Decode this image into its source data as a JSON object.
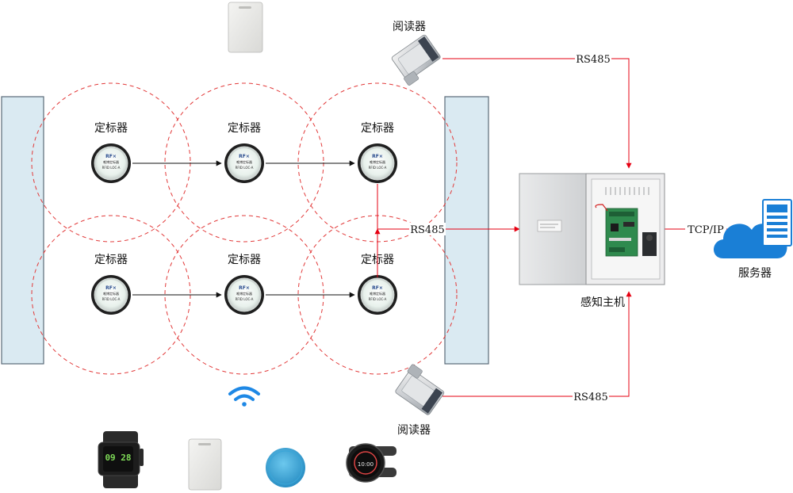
{
  "labels": {
    "reader_top": "阅读器",
    "reader_bottom": "阅读器",
    "host": "感知主机",
    "server": "服务器",
    "rs485_top": "RS485",
    "rs485_mid": "RS485",
    "rs485_bottom": "RS485",
    "tcpip": "TCP/IP"
  },
  "beacons": [
    {
      "label": "定标器",
      "brand": "RF×",
      "line1": "唯博定标器",
      "line2": "RFID LOC-A"
    },
    {
      "label": "定标器",
      "brand": "RF×",
      "line1": "唯博定标器",
      "line2": "RFID LOC-A"
    },
    {
      "label": "定标器",
      "brand": "RF×",
      "line1": "唯博定标器",
      "line2": "RFID LOC-A"
    },
    {
      "label": "定标器",
      "brand": "RF×",
      "line1": "唯博定标器",
      "line2": "RFID LOC-A"
    },
    {
      "label": "定标器",
      "brand": "RF×",
      "line1": "唯博定标器",
      "line2": "RFID LOC-A"
    },
    {
      "label": "定标器",
      "brand": "RF×",
      "line1": "唯博定标器",
      "line2": "RFID LOC-A"
    }
  ],
  "watch_square": {
    "time": "09 28"
  },
  "watch_round": {
    "time": "10:00"
  },
  "colors": {
    "link": "#e60012",
    "arrow": "#111111",
    "panel_fill": "#daeaf2",
    "panel_stroke": "#5a6a78",
    "cloud": "#1a7fd6",
    "wifi": "#1e88e5",
    "range_circle": "#e23a3a"
  }
}
